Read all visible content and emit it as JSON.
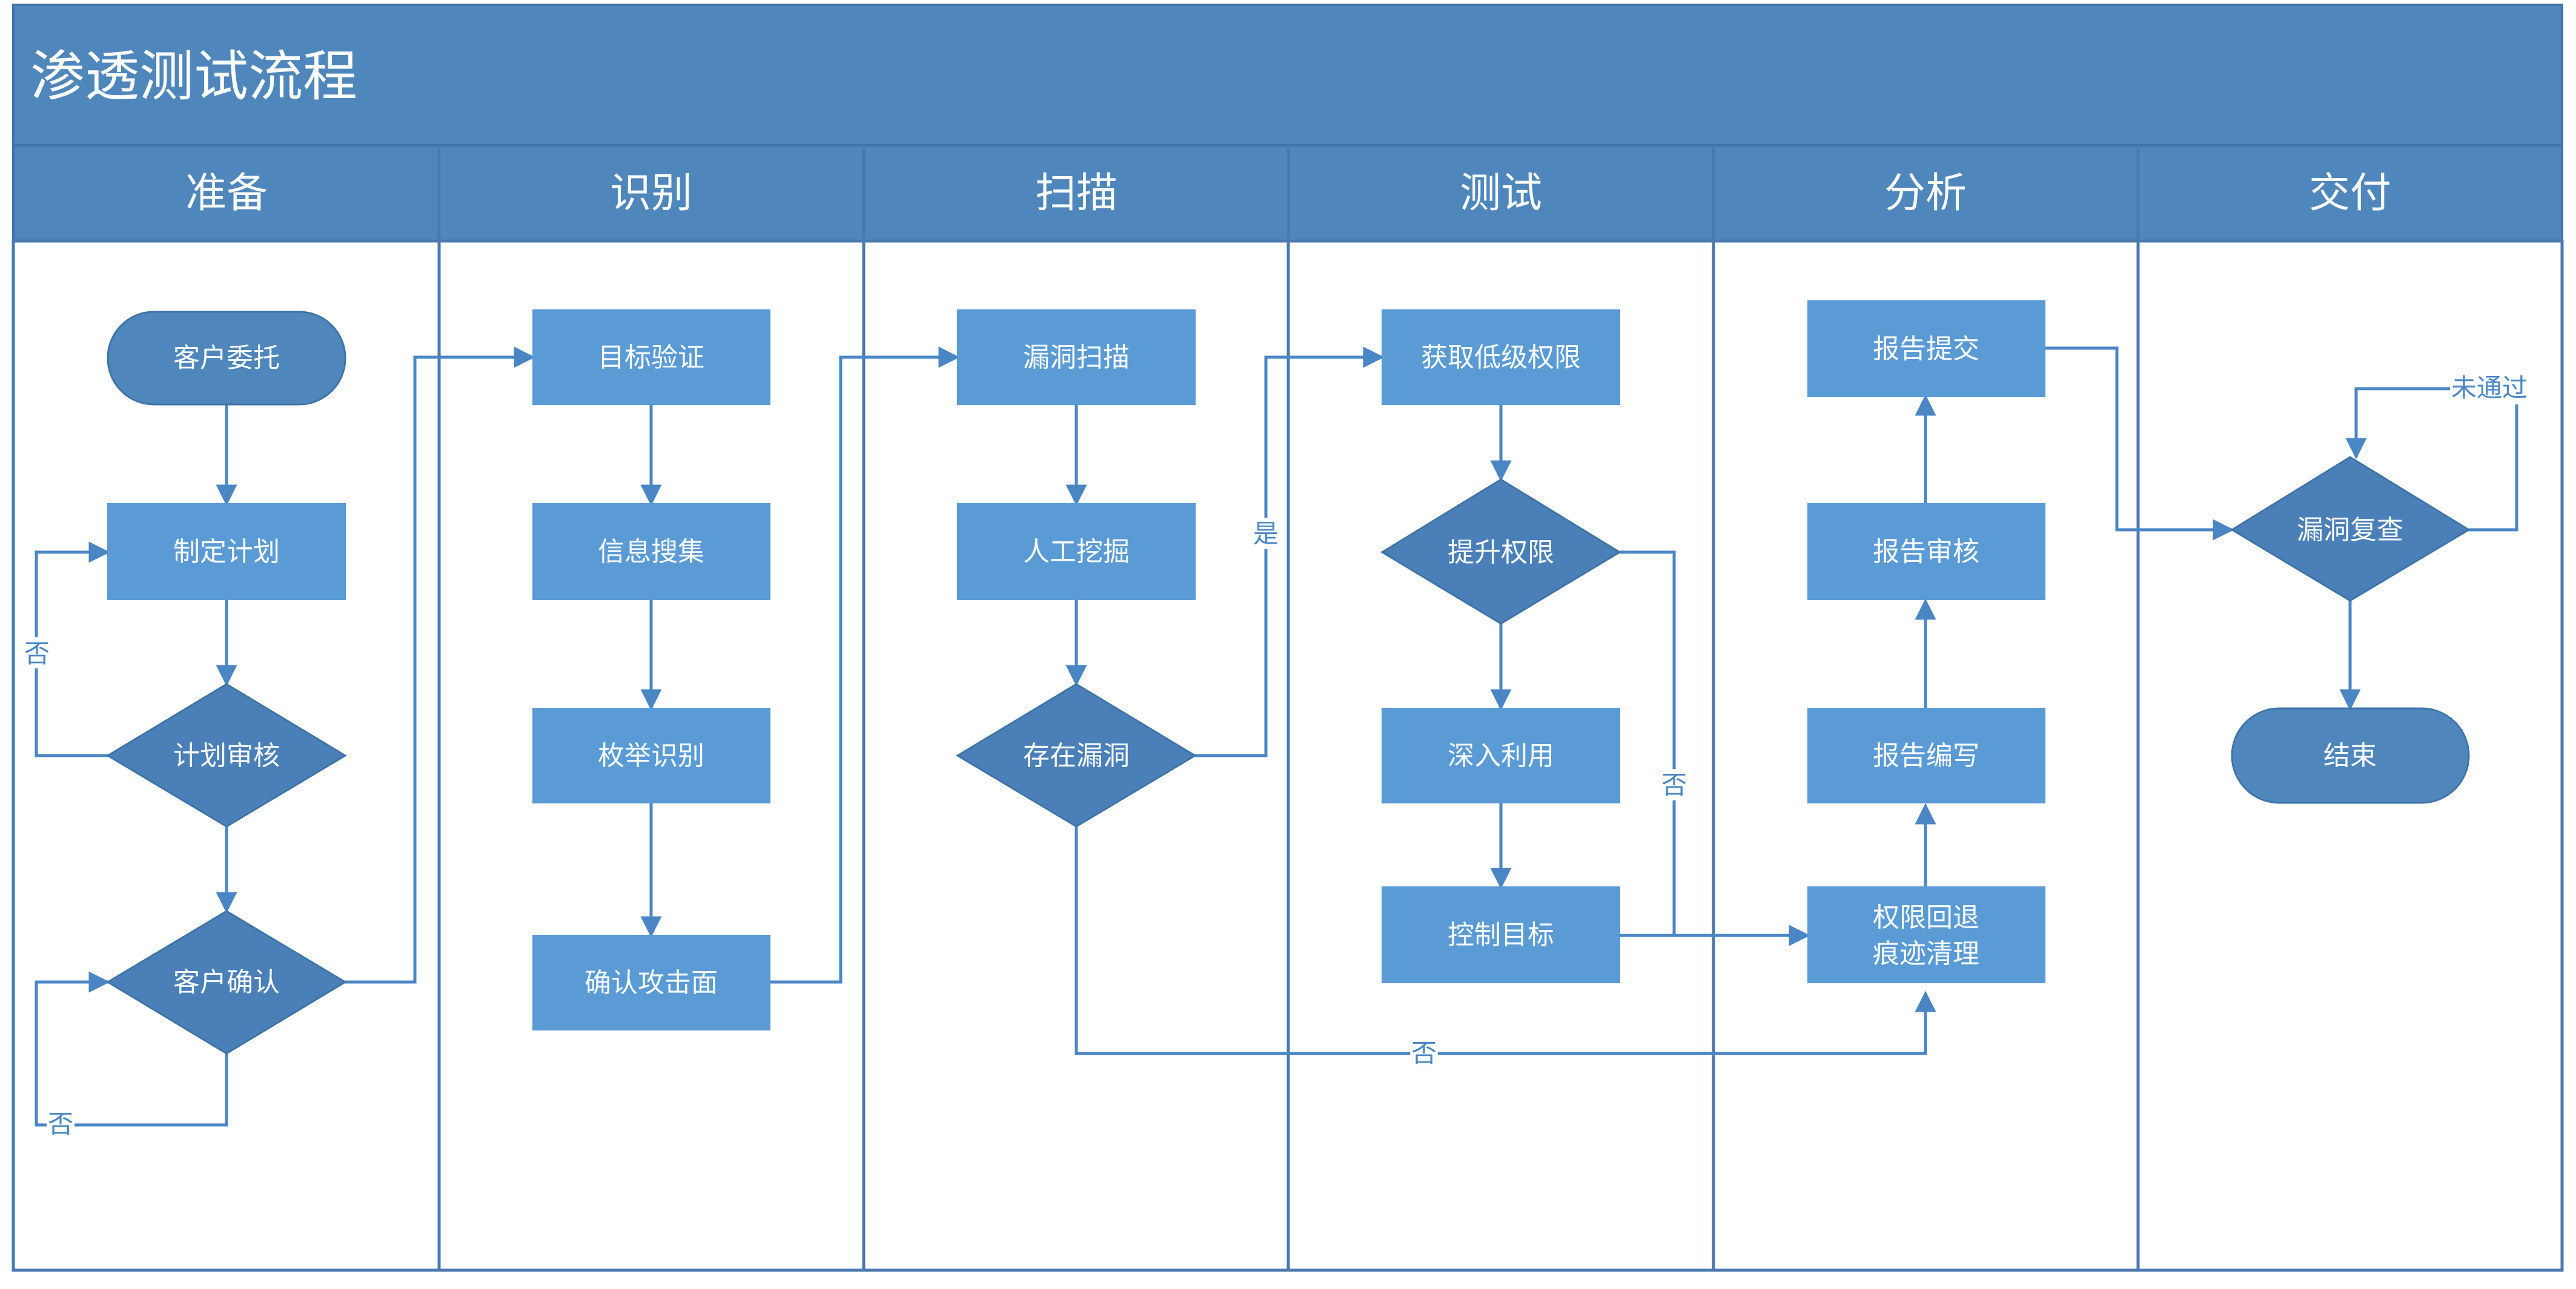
{
  "title": "渗透测试流程",
  "lanes": [
    "准备",
    "识别",
    "扫描",
    "测试",
    "分析",
    "交付"
  ],
  "nodes": {
    "client_entrust": "客户委托",
    "make_plan": "制定计划",
    "plan_review": "计划审核",
    "client_confirm": "客户确认",
    "target_verify": "目标验证",
    "info_gather": "信息搜集",
    "enum_identify": "枚举识别",
    "confirm_surface": "确认攻击面",
    "vuln_scan": "漏洞扫描",
    "manual_mining": "人工挖掘",
    "vuln_exists": "存在漏洞",
    "get_low_priv": "获取低级权限",
    "escalate_priv": "提升权限",
    "deep_exploit": "深入利用",
    "control_target": "控制目标",
    "report_submit": "报告提交",
    "report_review": "报告审核",
    "report_write": "报告编写",
    "priv_rollback_1": "权限回退",
    "priv_rollback_2": "痕迹清理",
    "vuln_recheck": "漏洞复查",
    "end": "结束"
  },
  "edge_labels": {
    "plan_review_no": "否",
    "client_confirm_no": "否",
    "vuln_exists_yes": "是",
    "vuln_exists_no": "否",
    "escalate_no": "否",
    "recheck_fail": "未通过"
  },
  "colors": {
    "header": "#4f87bc",
    "header_border": "#3f74a8",
    "lane_border": "#4a79ad",
    "process": "#5b9bd5",
    "decision": "#4a7fb8",
    "terminal": "#4f87bc",
    "edge": "#4a86c4"
  }
}
